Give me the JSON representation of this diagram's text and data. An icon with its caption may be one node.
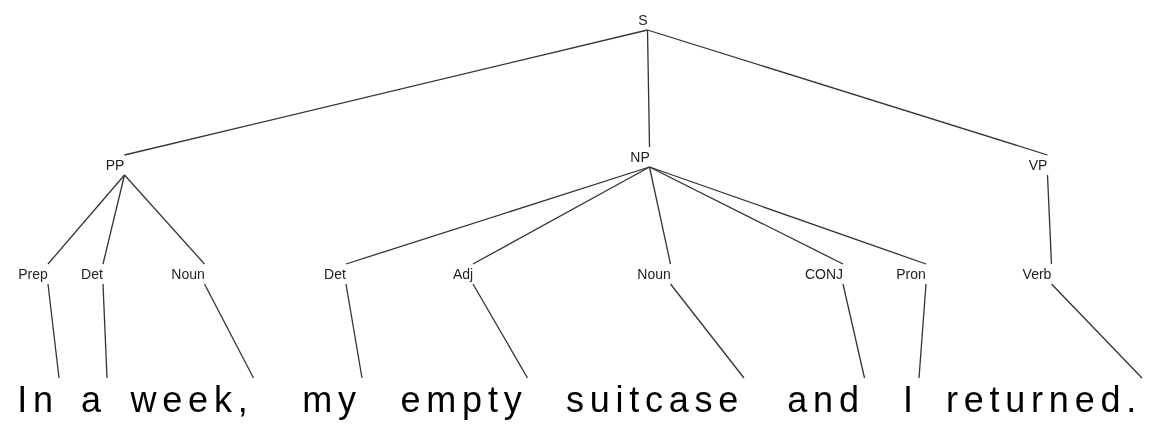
{
  "diagram": {
    "nodes": [
      {
        "text": [
          "S"
        ]
      },
      {
        "text": [
          "PP"
        ]
      },
      {
        "text": [
          "NP"
        ]
      },
      {
        "text": [
          "VP"
        ]
      },
      {
        "text": [
          "Prep"
        ]
      },
      {
        "text": [
          "Det"
        ]
      },
      {
        "text": [
          "Noun"
        ]
      },
      {
        "text": [
          "Det"
        ]
      },
      {
        "text": [
          "Adj"
        ]
      },
      {
        "text": [
          "Noun"
        ]
      },
      {
        "text": [
          "CONJ"
        ]
      },
      {
        "text": [
          "Pron"
        ]
      },
      {
        "text": [
          "Verb"
        ]
      },
      {
        "text": [
          "In"
        ]
      },
      {
        "text": [
          "a"
        ]
      },
      {
        "text": [
          "week,"
        ]
      },
      {
        "text": [
          "my"
        ]
      },
      {
        "text": [
          "empty"
        ]
      },
      {
        "text": [
          "suitcase"
        ]
      },
      {
        "text": [
          "and"
        ]
      },
      {
        "text": [
          "I"
        ]
      },
      {
        "text": [
          "returned."
        ]
      }
    ],
    "edges": [
      {
        "from": 0,
        "to": 1,
        "arrow": "none"
      },
      {
        "from": 0,
        "to": 2,
        "arrow": "none"
      },
      {
        "from": 0,
        "to": 3,
        "arrow": "none"
      },
      {
        "from": 1,
        "to": 4,
        "arrow": "none"
      },
      {
        "from": 1,
        "to": 5,
        "arrow": "none"
      },
      {
        "from": 1,
        "to": 6,
        "arrow": "none"
      },
      {
        "from": 2,
        "to": 7,
        "arrow": "none"
      },
      {
        "from": 2,
        "to": 8,
        "arrow": "none"
      },
      {
        "from": 2,
        "to": 9,
        "arrow": "none"
      },
      {
        "from": 2,
        "to": 10,
        "arrow": "none"
      },
      {
        "from": 2,
        "to": 11,
        "arrow": "none"
      },
      {
        "from": 3,
        "to": 12,
        "arrow": "none"
      },
      {
        "from": 4,
        "to": 13,
        "arrow": "none"
      },
      {
        "from": 5,
        "to": 14,
        "arrow": "none"
      },
      {
        "from": 6,
        "to": 15,
        "arrow": "none"
      },
      {
        "from": 7,
        "to": 16,
        "arrow": "none"
      },
      {
        "from": 8,
        "to": 17,
        "arrow": "none"
      },
      {
        "from": 9,
        "to": 18,
        "arrow": "none"
      },
      {
        "from": 10,
        "to": 19,
        "arrow": "none"
      },
      {
        "from": 11,
        "to": 20,
        "arrow": "none"
      },
      {
        "from": 12,
        "to": 21,
        "arrow": "none"
      }
    ]
  }
}
